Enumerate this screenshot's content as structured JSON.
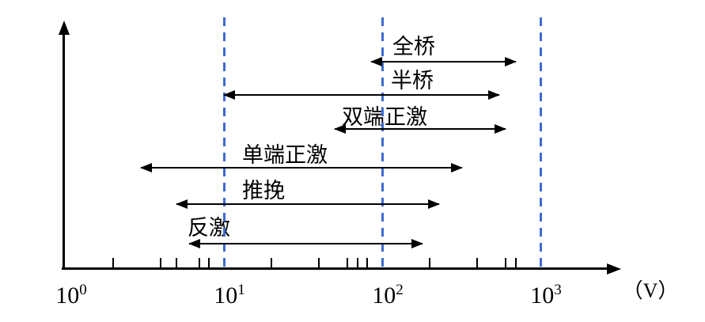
{
  "chart_data": {
    "type": "range_arrows",
    "title": "",
    "x_scale": "log10",
    "x_range": [
      1,
      1000
    ],
    "x_unit_label": "（V）",
    "x_ticks": [
      {
        "base": "10",
        "exp": "0",
        "value": 1
      },
      {
        "base": "10",
        "exp": "1",
        "value": 10
      },
      {
        "base": "10",
        "exp": "2",
        "value": 100
      },
      {
        "base": "10",
        "exp": "3",
        "value": 1000
      }
    ],
    "dashed_gridline_values": [
      10,
      100,
      1000
    ],
    "minor_tick_values": [
      2,
      4,
      5,
      7,
      8,
      20,
      40,
      60,
      70,
      80,
      200,
      400,
      600,
      700
    ],
    "series": [
      {
        "name": "全桥",
        "min_v": 85,
        "max_v": 700
      },
      {
        "name": "半桥",
        "min_v": 10,
        "max_v": 550
      },
      {
        "name": "双端正激",
        "min_v": 50,
        "max_v": 600
      },
      {
        "name": "单端正激",
        "min_v": 3,
        "max_v": 320
      },
      {
        "name": "推挽",
        "min_v": 5,
        "max_v": 230
      },
      {
        "name": "反激",
        "min_v": 6,
        "max_v": 180
      }
    ],
    "legend": "none",
    "grid": "dashed vertical lines at decades 10, 100, 1000",
    "colors": {
      "axis": "#000000",
      "arrow": "#000000",
      "dashed_line": "#3F6BD0"
    }
  }
}
